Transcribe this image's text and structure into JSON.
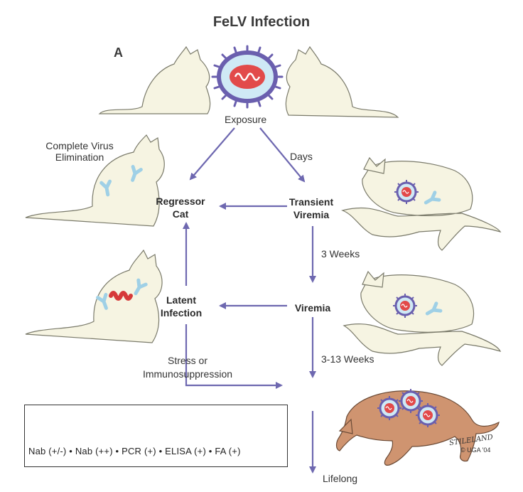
{
  "figure": {
    "title": "FeLV Infection",
    "panel_label": "A",
    "signature": "STILELAND",
    "copyright": "© UGA '04"
  },
  "nodes": {
    "exposure": "Exposure",
    "regressor": [
      "Regressor",
      "Cat"
    ],
    "transient": [
      "Transient",
      "Viremia"
    ],
    "viremia": "Viremia",
    "latent": [
      "Latent",
      "Infection"
    ],
    "complete_elim": [
      "Complete Virus",
      "Elimination"
    ]
  },
  "edges": {
    "days": "Days",
    "three_weeks": "3 Weeks",
    "three_thirteen": "3-13 Weeks",
    "stress": [
      "Stress or",
      "Immunosuppression"
    ],
    "lifelong": "Lifelong"
  },
  "legend": {
    "text": "Nab (+/-)  •  Nab (++)  •  PCR (+)  •  ELISA (+)  •  FA (+)",
    "items": [
      "antibody-icon",
      "antibody-pair-icon",
      "provirus-icon",
      "virion-icon",
      "virion-cluster-icon"
    ]
  },
  "colors": {
    "arrow": "#6e68b0",
    "antibody": "#9fd0e6",
    "provirus": "#d63a3a",
    "virion_ring": "#6a5fae",
    "cat_healthy": "#f6f4e2",
    "cat_sick": "#cf9470"
  }
}
